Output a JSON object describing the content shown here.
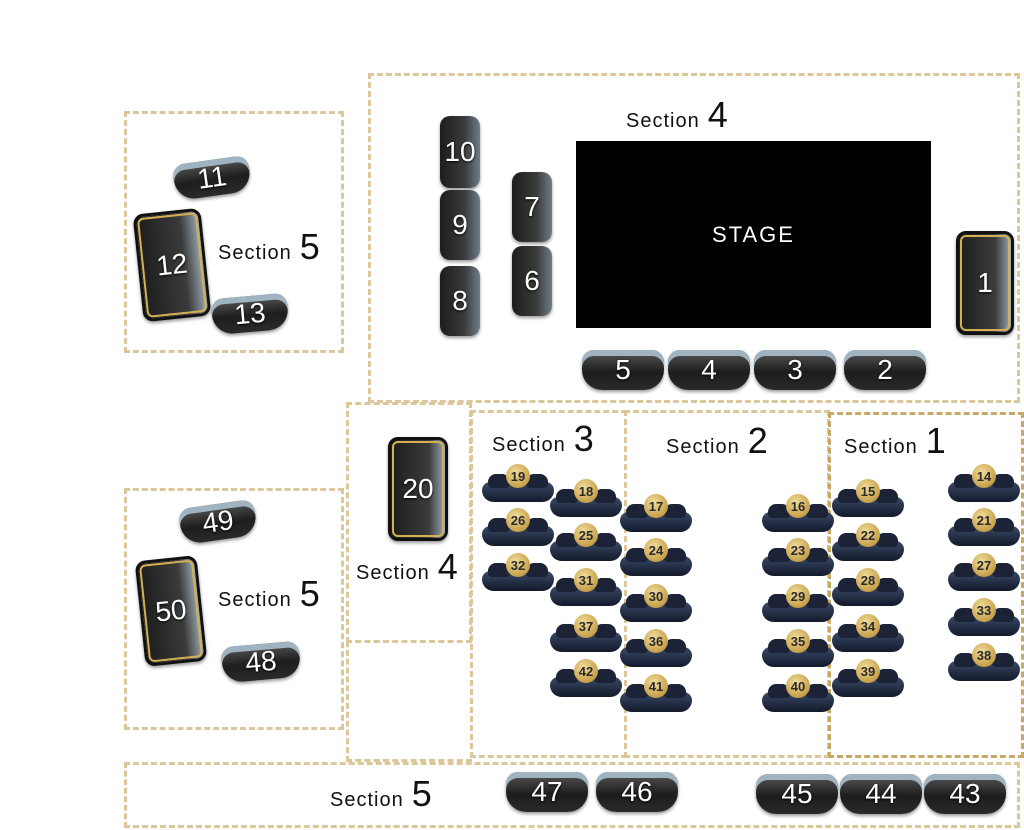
{
  "stage_label": "STAGE",
  "sections": {
    "s4_top": {
      "word": "Section",
      "num": "4"
    },
    "s5_top": {
      "word": "Section",
      "num": "5"
    },
    "s3": {
      "word": "Section",
      "num": "3"
    },
    "s2": {
      "word": "Section",
      "num": "2"
    },
    "s1": {
      "word": "Section",
      "num": "1"
    },
    "s4_mid": {
      "word": "Section",
      "num": "4"
    },
    "s5_mid": {
      "word": "Section",
      "num": "5"
    },
    "s5_bottom": {
      "word": "Section",
      "num": "5"
    }
  },
  "sofas": {
    "s1": "1",
    "s2": "2",
    "s3": "3",
    "s4": "4",
    "s5": "5",
    "s6": "6",
    "s7": "7",
    "s8": "8",
    "s9": "9",
    "s10": "10",
    "s11": "11",
    "s12": "12",
    "s13": "13",
    "s20": "20",
    "s43": "43",
    "s44": "44",
    "s45": "45",
    "s46": "46",
    "s47": "47",
    "s48": "48",
    "s49": "49",
    "s50": "50"
  },
  "tables": {
    "t14": "14",
    "t15": "15",
    "t16": "16",
    "t17": "17",
    "t18": "18",
    "t19": "19",
    "t21": "21",
    "t22": "22",
    "t23": "23",
    "t24": "24",
    "t25": "25",
    "t26": "26",
    "t27": "27",
    "t28": "28",
    "t29": "29",
    "t30": "30",
    "t31": "31",
    "t32": "32",
    "t33": "33",
    "t34": "34",
    "t35": "35",
    "t36": "36",
    "t37": "37",
    "t38": "38",
    "t39": "39",
    "t40": "40",
    "t41": "41",
    "t42": "42"
  },
  "colors": {
    "zone_border": "#dcc79b",
    "stage": "#000000",
    "table_disc": "#c7a04a"
  }
}
